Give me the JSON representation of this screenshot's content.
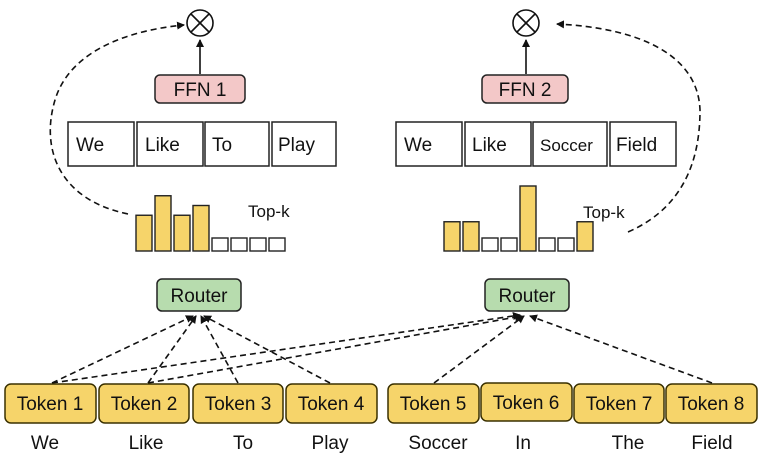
{
  "colors": {
    "token_fill": "#f6d46a",
    "token_stroke": "#3a3000",
    "router_fill": "#b7dcae",
    "ffn_fill": "#f3c8c8",
    "bar_active": "#f6d46a",
    "stroke": "#222222"
  },
  "left": {
    "multiply_icon": "circled-times-icon",
    "ffn_label": "FFN 1",
    "output_words": [
      "We",
      "Like",
      "To",
      "Play"
    ],
    "topk_label": "Top-k",
    "router_label": "Router",
    "router_scores": [
      0.55,
      0.85,
      0.55,
      0.7,
      0.2,
      0.2,
      0.2,
      0.2
    ],
    "router_active": [
      true,
      true,
      true,
      true,
      false,
      false,
      false,
      false
    ]
  },
  "right": {
    "multiply_icon": "circled-times-icon",
    "ffn_label": "FFN 2",
    "output_words": [
      "We",
      "Like",
      "Soccer",
      "Field"
    ],
    "topk_label": "Top-k",
    "router_label": "Router",
    "router_scores": [
      0.45,
      0.45,
      0.2,
      0.2,
      1.0,
      0.2,
      0.2,
      0.45
    ],
    "router_active": [
      true,
      true,
      false,
      false,
      true,
      false,
      false,
      true
    ]
  },
  "tokens": [
    {
      "label": "Token 1",
      "word": "We"
    },
    {
      "label": "Token 2",
      "word": "Like"
    },
    {
      "label": "Token 3",
      "word": "To"
    },
    {
      "label": "Token 4",
      "word": "Play"
    },
    {
      "label": "Token 5",
      "word": "Soccer"
    },
    {
      "label": "Token 6",
      "word": "In"
    },
    {
      "label": "Token 7",
      "word": "The"
    },
    {
      "label": "Token 8",
      "word": "Field"
    }
  ]
}
